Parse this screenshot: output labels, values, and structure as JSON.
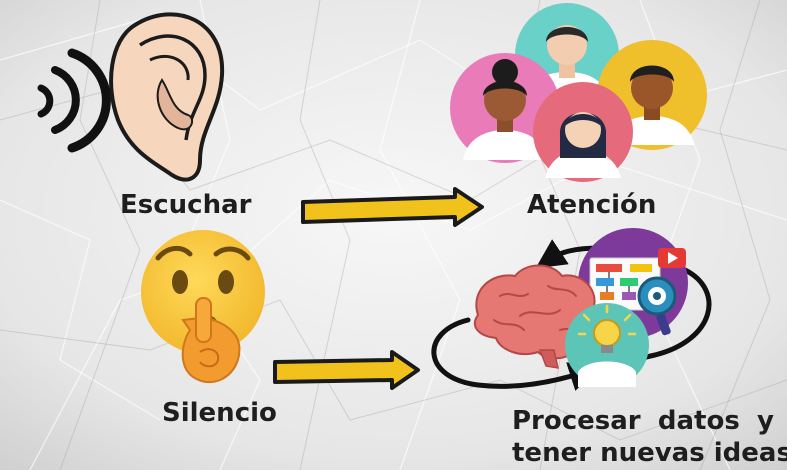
{
  "labels": {
    "escuchar": "Escuchar",
    "atencion": "Atención",
    "silencio": "Silencio",
    "procesar_words": [
      "Procesar",
      "datos",
      "y"
    ],
    "procesar_line2": "tener nuevas ideas"
  },
  "icons": {
    "sound": "sound-waves-icon",
    "ear": "ear-icon",
    "people": "people-group-icon",
    "silence": "shushing-face-icon",
    "brain": "brain-icon",
    "ideas": "lightbulb-icon",
    "analytics": "flowchart-board-icon",
    "magnifier": "magnifier-icon",
    "video": "video-play-icon"
  },
  "colors": {
    "paper": "#ebebeb",
    "arrow_fill": "#f1c21b",
    "arrow_stroke": "#1a1a1a",
    "text": "#1e1e1e",
    "people_circles": [
      "#6ad1c8",
      "#ea7bb9",
      "#f0bf2c",
      "#e56b7c"
    ],
    "emoji": "#f6c343",
    "brain": "#e57872"
  }
}
